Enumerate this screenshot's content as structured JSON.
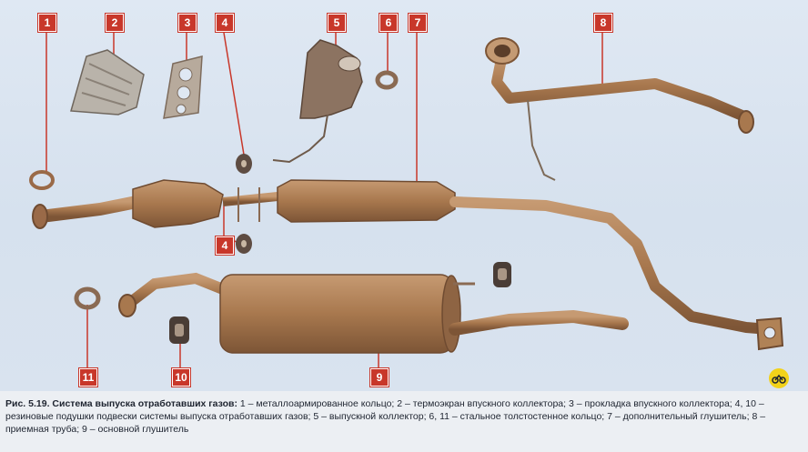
{
  "callouts": {
    "n1": "1",
    "n2": "2",
    "n3": "3",
    "n4a": "4",
    "n5": "5",
    "n6": "6",
    "n7": "7",
    "n8": "8",
    "n4b": "4",
    "n11": "11",
    "n10": "10",
    "n9": "9"
  },
  "caption": {
    "label": "Рис. 5.19. Система выпуска отработавших газов:",
    "text": "1 – металлоармированное кольцо; 2 – термоэкран впускного коллектора; 3 – прокладка впускного коллектора; 4, 10 – резиновые подушки подвески системы выпуска отработавших газов; 5 – выпускной коллектор; 6, 11 – стальное толстостенное кольцо; 7 – дополнительный глушитель; 8 – приемная труба; 9 – основной глушитель"
  },
  "colors": {
    "callout": "#c8372a",
    "part_rust": "#a8784e",
    "background": "#dbe5f1"
  },
  "icons": [
    "publisher-logo-icon"
  ]
}
